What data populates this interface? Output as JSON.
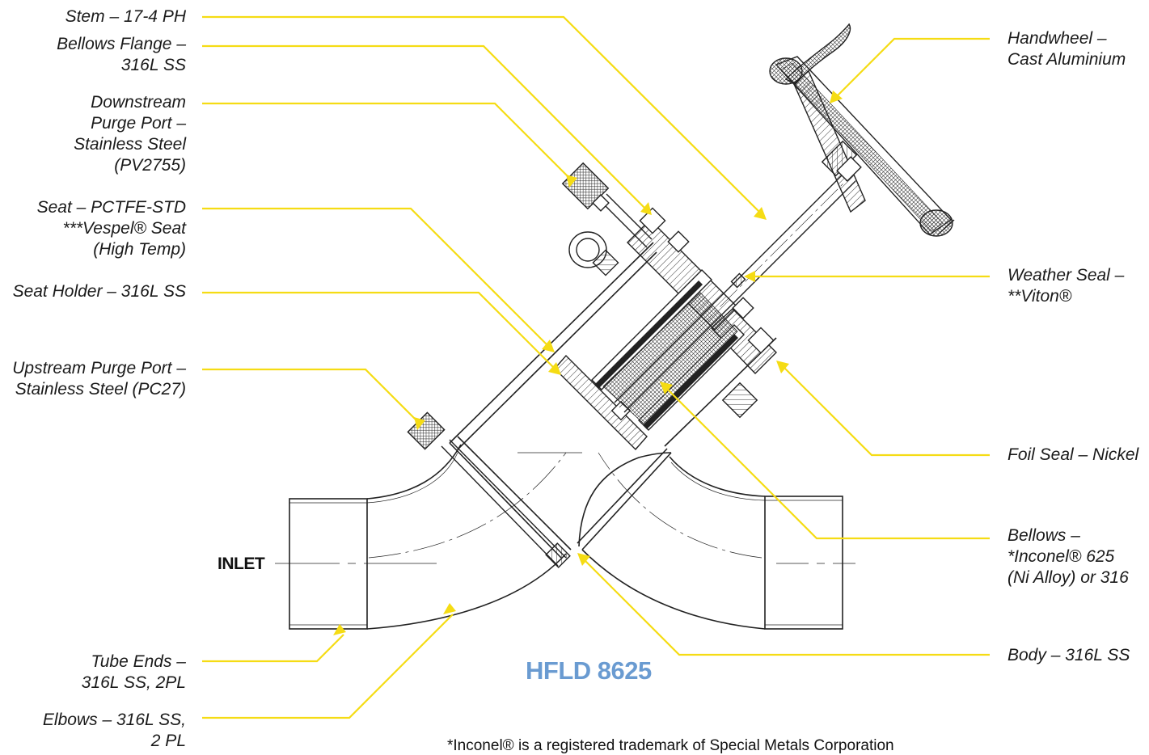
{
  "colors": {
    "leader": "#f5dc14",
    "drawing": "#222222",
    "model": "#6a9bd1"
  },
  "labels_left": {
    "stem": [
      "Stem – 17-4 PH"
    ],
    "bellows_flange": [
      "Bellows Flange –",
      "316L SS"
    ],
    "downstream_purge": [
      "Downstream",
      "Purge Port –",
      "Stainless Steel",
      "(PV2755)"
    ],
    "seat": [
      "Seat – PCTFE-STD",
      "***Vespel® Seat",
      "(High Temp)"
    ],
    "seat_holder": [
      "Seat Holder – 316L SS"
    ],
    "upstream_purge": [
      "Upstream Purge Port –",
      "Stainless Steel (PC27)"
    ],
    "tube_ends": [
      "Tube Ends –",
      "316L SS, 2PL"
    ],
    "elbows": [
      "Elbows – 316L SS,",
      "2 PL"
    ]
  },
  "labels_right": {
    "handwheel": [
      "Handwheel –",
      "Cast Aluminium"
    ],
    "weather_seal": [
      "Weather Seal –",
      "**Viton®"
    ],
    "foil_seal": [
      "Foil Seal – Nickel"
    ],
    "bellows": [
      "Bellows –",
      "*Inconel® 625",
      "(Ni Alloy) or 316"
    ],
    "body": [
      "Body – 316L SS"
    ]
  },
  "inlet_label": "INLET",
  "model_name": "HFLD 8625",
  "footnote": "*Inconel® is a registered trademark of Special Metals Corporation"
}
